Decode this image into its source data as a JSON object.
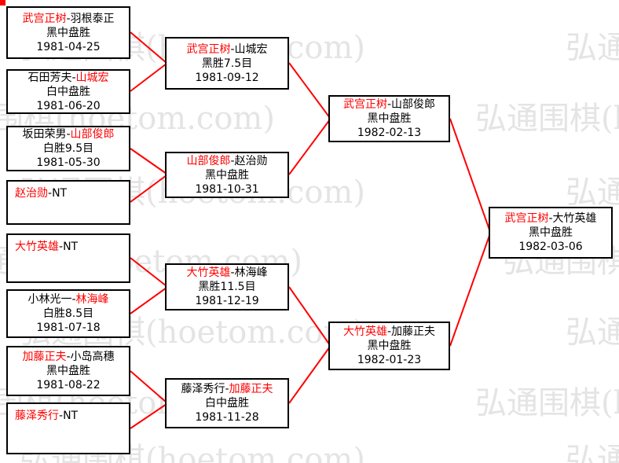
{
  "meta": {
    "separator": "-",
    "colors": {
      "winner_name": "#ff0000",
      "bracket_line": "#ff0000",
      "box_border": "#000000",
      "watermark": "#e4e4e4"
    }
  },
  "watermark": {
    "text": "弘通围棋(hoetom.com)"
  },
  "rounds": {
    "r1": [
      {
        "p1": "武宫正树",
        "p2": "羽根泰正",
        "winner": "p1",
        "result": "黑中盘胜",
        "date": "1981-04-25"
      },
      {
        "p1": "石田芳夫",
        "p2": "山城宏",
        "winner": "p2",
        "result": "白中盘胜",
        "date": "1981-06-20"
      },
      {
        "p1": "坂田荣男",
        "p2": "山部俊郎",
        "winner": "p2",
        "result": "白胜9.5目",
        "date": "1981-05-30"
      },
      {
        "p1": "赵治勋",
        "p2": "NT",
        "winner": "p1",
        "result": "",
        "date": ""
      },
      {
        "p1": "大竹英雄",
        "p2": "NT",
        "winner": "p1",
        "result": "",
        "date": ""
      },
      {
        "p1": "小林光一",
        "p2": "林海峰",
        "winner": "p2",
        "result": "白胜8.5目",
        "date": "1981-07-18"
      },
      {
        "p1": "加藤正夫",
        "p2": "小岛高穗",
        "winner": "p1",
        "result": "黑中盘胜",
        "date": "1981-08-22"
      },
      {
        "p1": "藤泽秀行",
        "p2": "NT",
        "winner": "p1",
        "result": "",
        "date": ""
      }
    ],
    "r2": [
      {
        "p1": "武宫正树",
        "p2": "山城宏",
        "winner": "p1",
        "result": "黑胜7.5目",
        "date": "1981-09-12"
      },
      {
        "p1": "山部俊郎",
        "p2": "赵治勋",
        "winner": "p1",
        "result": "黑中盘胜",
        "date": "1981-10-31"
      },
      {
        "p1": "大竹英雄",
        "p2": "林海峰",
        "winner": "p1",
        "result": "黑胜11.5目",
        "date": "1981-12-19"
      },
      {
        "p1": "藤泽秀行",
        "p2": "加藤正夫",
        "winner": "p2",
        "result": "白中盘胜",
        "date": "1981-11-28"
      }
    ],
    "r3": [
      {
        "p1": "武宫正树",
        "p2": "山部俊郎",
        "winner": "p1",
        "result": "黑中盘胜",
        "date": "1982-02-13"
      },
      {
        "p1": "大竹英雄",
        "p2": "加藤正夫",
        "winner": "p1",
        "result": "黑中盘胜",
        "date": "1982-01-23"
      }
    ],
    "final": [
      {
        "p1": "武宫正树",
        "p2": "大竹英雄",
        "winner": "p1",
        "result": "黑中盘胜",
        "date": "1982-03-06"
      }
    ]
  }
}
